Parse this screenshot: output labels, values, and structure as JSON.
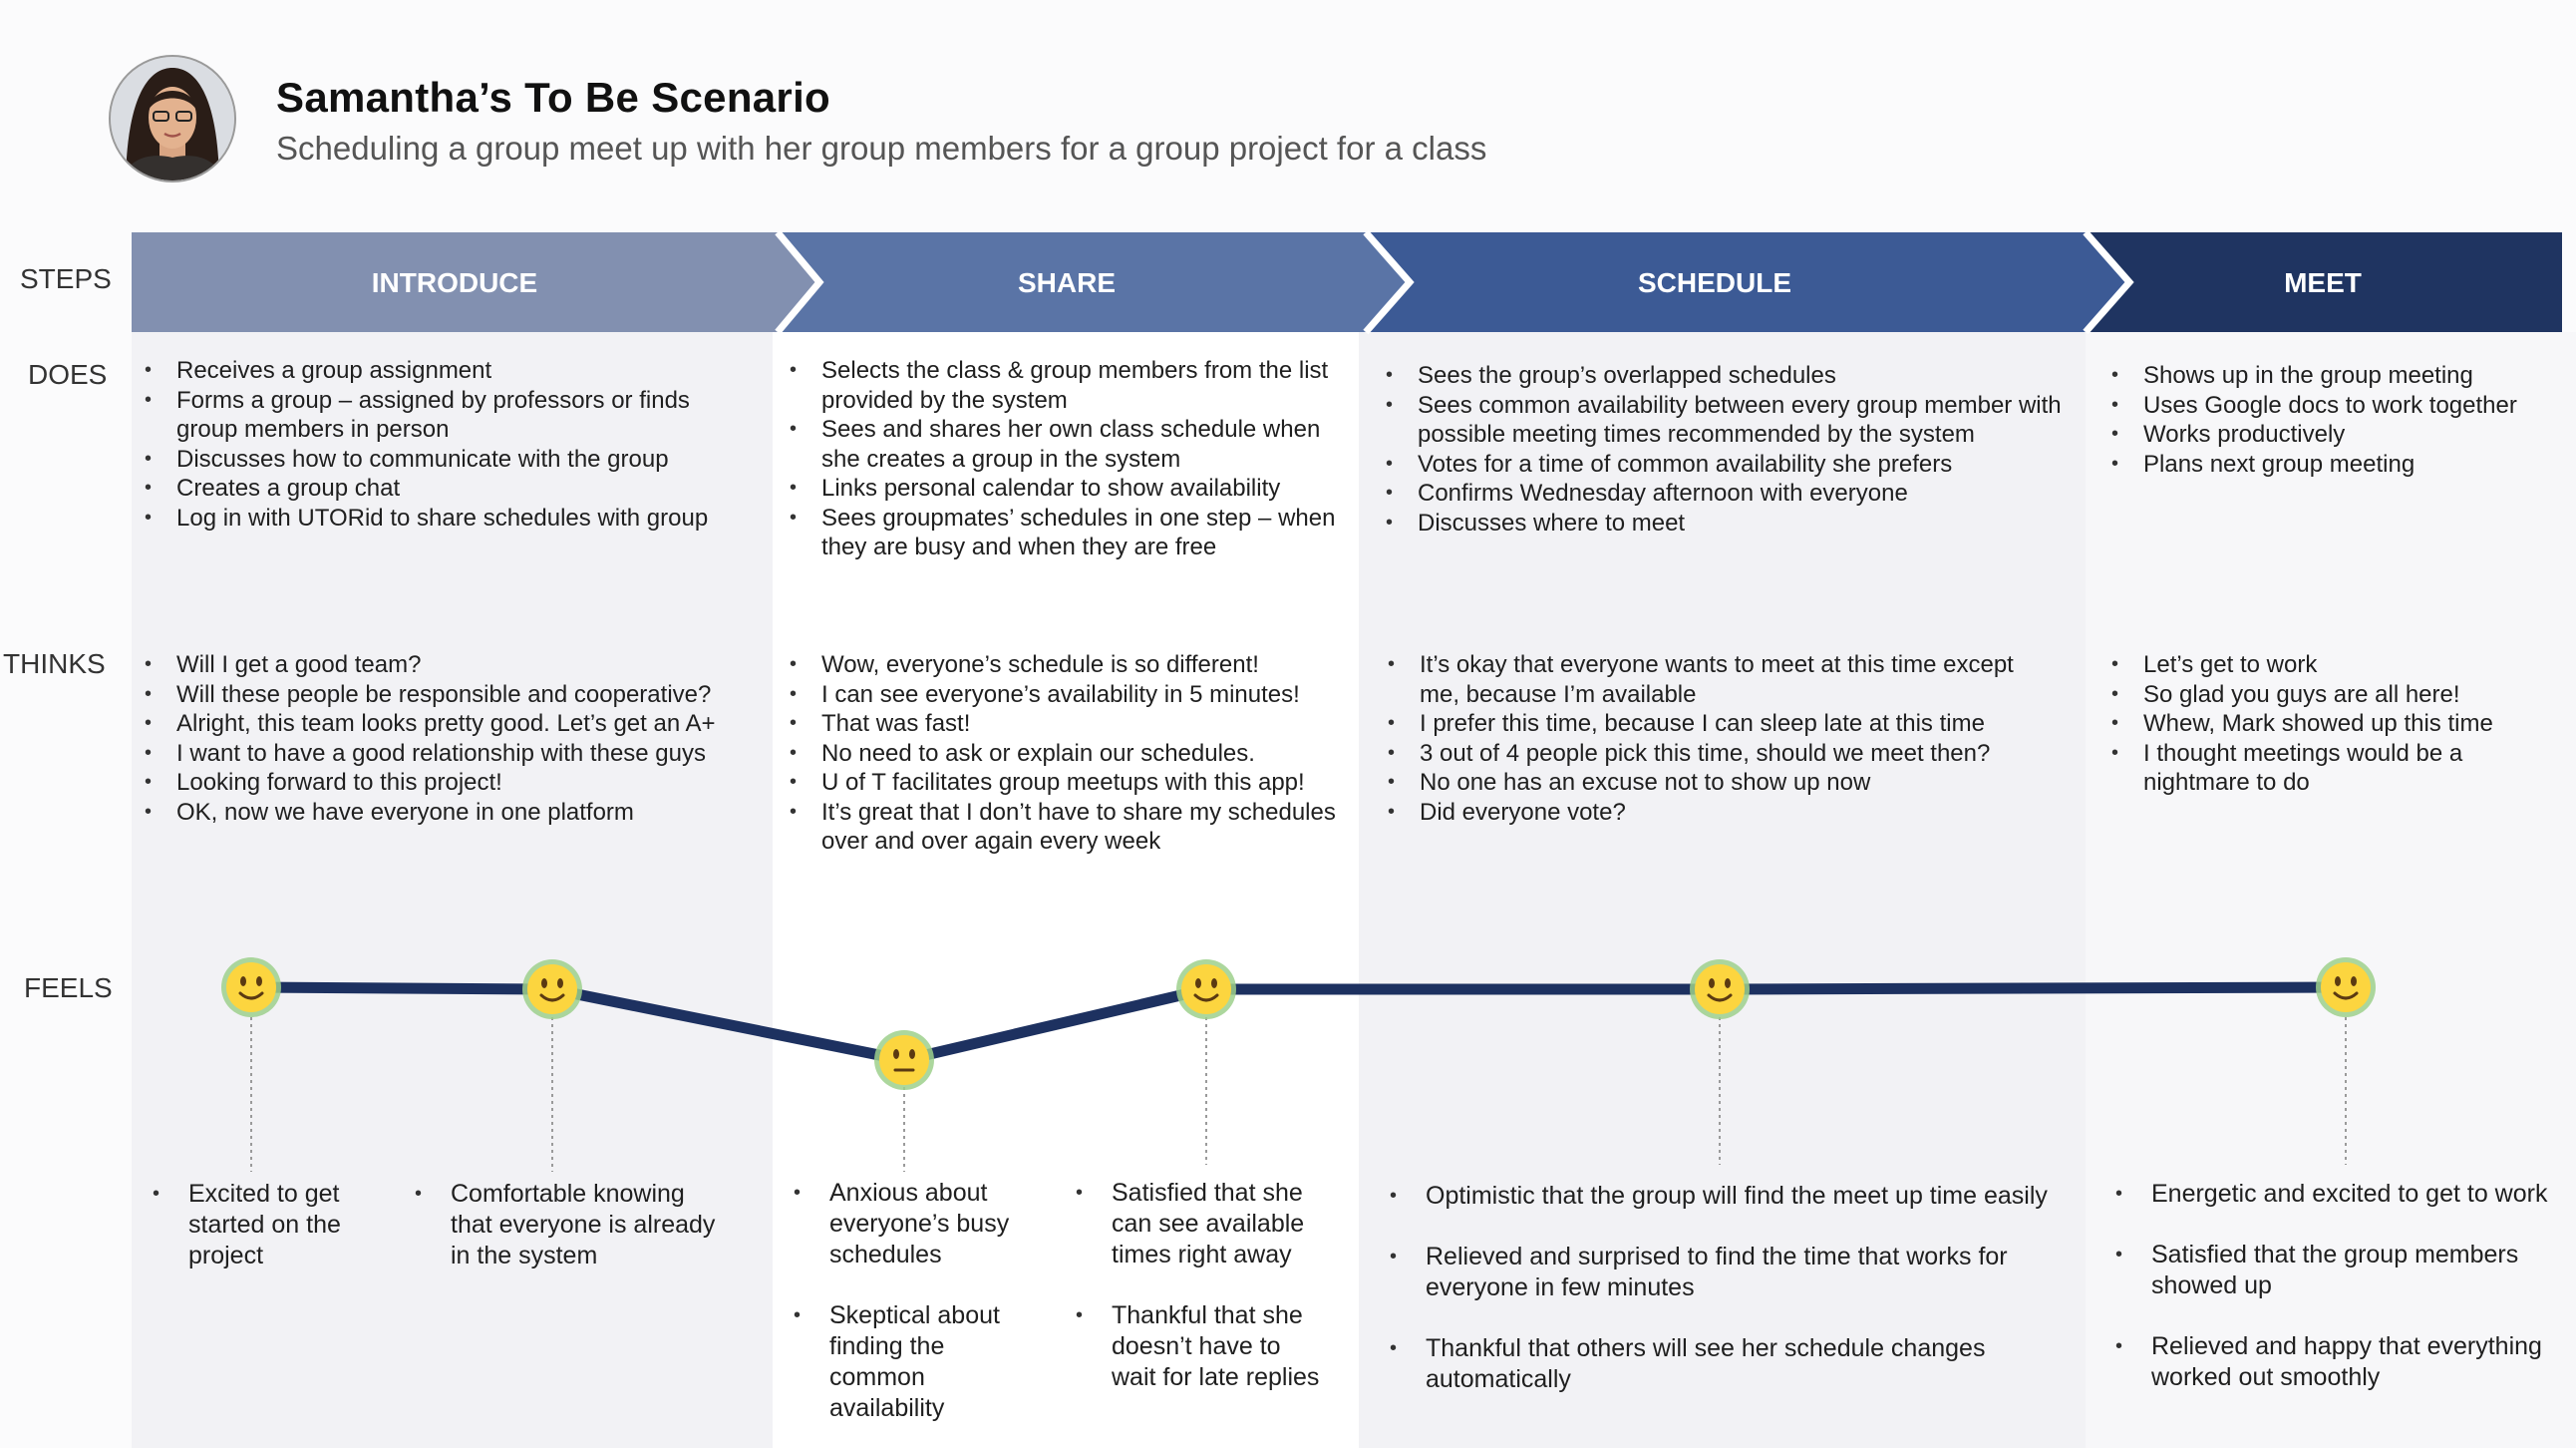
{
  "header": {
    "title": "Samantha’s To Be Scenario",
    "subtitle": "Scheduling a group meet up with her group members for a group project for a class"
  },
  "row_labels": {
    "steps": "STEPS",
    "does": "DOES",
    "thinks": "THINKS",
    "feels": "FEELS"
  },
  "colors": {
    "step_introduce": "#8290b0",
    "step_share": "#5a74a6",
    "step_schedule": "#3c5a95",
    "step_meet": "#1f3461",
    "journey_line": "#1d3160",
    "emoji_face": "#fcd53f",
    "emoji_ring": "#9ed08c"
  },
  "steps": [
    "INTRODUCE",
    "SHARE",
    "SCHEDULE",
    "MEET"
  ],
  "does": {
    "introduce": [
      "Receives a group assignment",
      "Forms a group – assigned by professors or finds group members in person",
      "Discusses how to communicate with the group",
      "Creates a group chat",
      "Log in with UTORid to share schedules with group"
    ],
    "share": [
      "Selects the class & group members from the list provided by the system",
      "Sees and shares her own class schedule when she creates a group in the system",
      "Links personal calendar to show availability",
      "Sees groupmates’ schedules in one step – when they are busy and when they are free"
    ],
    "schedule": [
      "Sees the group’s overlapped schedules",
      "Sees common availability between every group member with possible meeting times recommended by the system",
      "Votes for a time of common availability she prefers",
      "Confirms Wednesday afternoon with everyone",
      "Discusses where to meet"
    ],
    "meet": [
      "Shows up in the group meeting",
      "Uses Google docs to work together",
      "Works productively",
      "Plans next group meeting"
    ]
  },
  "thinks": {
    "introduce": [
      "Will I get a good team?",
      "Will these people be responsible and cooperative?",
      "Alright, this team looks pretty good. Let’s get an A+",
      "I want to have a good relationship with these guys",
      "Looking forward to this project!",
      "OK, now we have everyone in one platform"
    ],
    "share": [
      "Wow, everyone’s schedule is so different!",
      "I can see everyone’s availability in 5 minutes!",
      "That was fast!",
      "No need to ask or explain our schedules.",
      "U of T facilitates group meetups with this app!",
      "It’s great that I don’t have to share my schedules over and over again every week"
    ],
    "schedule": [
      "It’s okay that everyone wants to meet at this time except me, because I’m available",
      "I prefer this time, because I can sleep late at this time",
      "3 out of 4 people pick this time, should we meet then?",
      "No one has an excuse not to show up now",
      "Did everyone vote?"
    ],
    "meet": [
      "Let’s get to work",
      "So glad you guys are all here!",
      "Whew, Mark showed up this time",
      "I thought meetings would be a nightmare to do"
    ]
  },
  "feels": {
    "introduce_1": [
      "Excited to get started on the project"
    ],
    "introduce_2": [
      "Comfortable knowing that everyone is already in the system"
    ],
    "share_1": [
      "Anxious about everyone’s busy schedules",
      "Skeptical about finding the common availability"
    ],
    "share_2": [
      "Satisfied that she can see available times right away",
      "Thankful that she doesn’t have to wait for late replies"
    ],
    "schedule": [
      "Optimistic that the group will find the meet up time easily",
      "Relieved and surprised to find the time that works for everyone in few minutes",
      "Thankful that others will see her schedule changes automatically"
    ],
    "meet": [
      "Energetic and excited to get to work",
      "Satisfied that the group members showed up",
      "Relieved and happy that everything worked out smoothly"
    ]
  },
  "emotions": [
    "happy",
    "happy",
    "neutral",
    "happy",
    "happy",
    "happy"
  ]
}
